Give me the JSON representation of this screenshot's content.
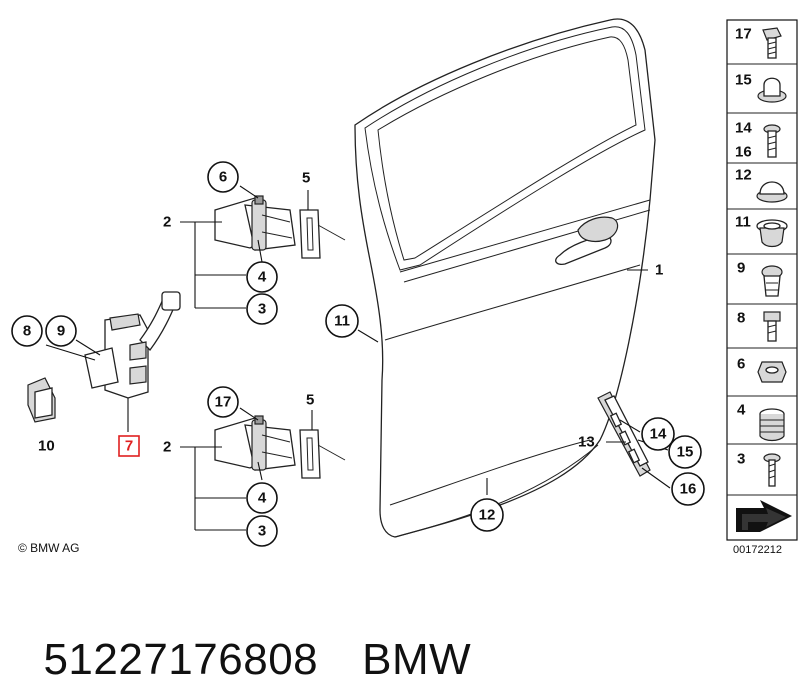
{
  "copyright": "© BMW AG",
  "diagram_code": "00172212",
  "part_number": "51227176808",
  "brand": "BMW",
  "callouts": {
    "c1": "1",
    "c2a": "2",
    "c2b": "2",
    "c3a": "3",
    "c3b": "3",
    "c4a": "4",
    "c4b": "4",
    "c5a": "5",
    "c5b": "5",
    "c6": "6",
    "c7": "7",
    "c8": "8",
    "c9": "9",
    "c10": "10",
    "c11": "11",
    "c12": "12",
    "c13": "13",
    "c14": "14",
    "c15": "15",
    "c16": "16",
    "c17": "17"
  },
  "legend": [
    {
      "label": "17"
    },
    {
      "label": "15"
    },
    {
      "label": "14"
    },
    {
      "label": "16"
    },
    {
      "label": "12"
    },
    {
      "label": "11"
    },
    {
      "label": "9"
    },
    {
      "label": "8"
    },
    {
      "label": "6"
    },
    {
      "label": "4"
    },
    {
      "label": "3"
    }
  ],
  "colors": {
    "highlight": "#e02020",
    "ink": "#111111"
  }
}
